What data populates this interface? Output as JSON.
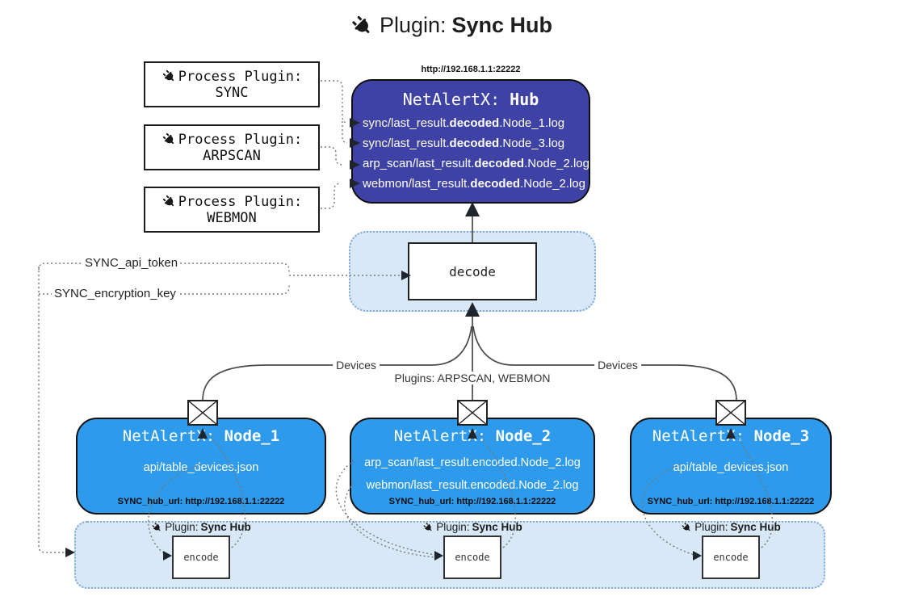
{
  "title": {
    "prefix": "Plugin:",
    "name": "Sync Hub"
  },
  "hub": {
    "url": "http://192.168.1.1:22222",
    "name_prefix": "NetAlertX:",
    "name": "Hub",
    "logs": [
      {
        "pre": "sync/last_result.",
        "bold": "decoded",
        "post": ".Node_1.log"
      },
      {
        "pre": "sync/last_result.",
        "bold": "decoded",
        "post": ".Node_3.log"
      },
      {
        "pre": "arp_scan/last_result.",
        "bold": "decoded",
        "post": ".Node_2.log"
      },
      {
        "pre": "webmon/last_result.",
        "bold": "decoded",
        "post": ".Node_2.log"
      }
    ]
  },
  "process_plugins": [
    {
      "label": "Process Plugin:",
      "name": "SYNC"
    },
    {
      "label": "Process Plugin:",
      "name": "ARPSCAN"
    },
    {
      "label": "Process Plugin:",
      "name": "WEBMON"
    }
  ],
  "decode_label": "decode",
  "settings": {
    "api_token": "SYNC_api_token",
    "encryption_key": "SYNC_encryption_key"
  },
  "edge_labels": {
    "devices_left": "Devices",
    "plugins_center": "Plugins: ARPSCAN, WEBMON",
    "devices_right": "Devices"
  },
  "nodes": [
    {
      "name_prefix": "NetAlertX:",
      "name": "Node_1",
      "files": [
        "api/table_devices.json"
      ],
      "hub_url": "SYNC_hub_url: http://192.168.1.1:22222",
      "plugin_prefix": "Plugin:",
      "plugin_name": "Sync Hub",
      "encode_label": "encode"
    },
    {
      "name_prefix": "NetAlertX:",
      "name": "Node_2",
      "files": [
        "arp_scan/last_result.encoded.Node_2.log",
        "webmon/last_result.encoded.Node_2.log"
      ],
      "hub_url": "SYNC_hub_url: http://192.168.1.1:22222",
      "plugin_prefix": "Plugin:",
      "plugin_name": "Sync Hub",
      "encode_label": "encode"
    },
    {
      "name_prefix": "NetAlertX:",
      "name": "Node_3",
      "files": [
        "api/table_devices.json"
      ],
      "hub_url": "SYNC_hub_url: http://192.168.1.1:22222",
      "plugin_prefix": "Plugin:",
      "plugin_name": "Sync Hub",
      "encode_label": "encode"
    }
  ],
  "colors": {
    "hub_fill": "#3F42A5",
    "node_fill": "#2E9AEB",
    "panel_fill": "#D9E8F7",
    "panel_border": "#7FA8D4",
    "wire": "#787878",
    "arrow": "#20242C"
  }
}
